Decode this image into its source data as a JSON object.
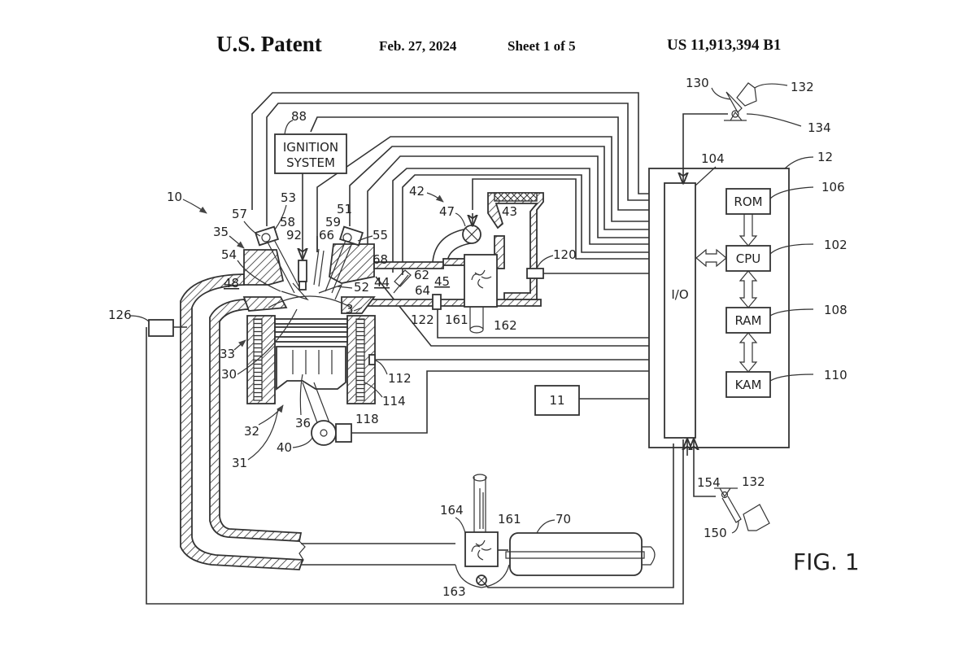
{
  "header": {
    "publication": "U.S. Patent",
    "date": "Feb. 27, 2024",
    "sheet": "Sheet 1 of 5",
    "patent_number": "US 11,913,394 B1"
  },
  "figure": {
    "caption": "FIG. 1",
    "boxes": {
      "ignition_system_line1": "IGNITION",
      "ignition_system_line2": "SYSTEM",
      "rom": "ROM",
      "cpu": "CPU",
      "ram": "RAM",
      "kam": "KAM",
      "io": "I/O",
      "block_11": "11"
    },
    "reference_numerals": {
      "engine": "10",
      "controller": "12",
      "combustion_chamber_3": "3",
      "cylinder_head": "35",
      "exhaust_manifold_48": "48",
      "intake_manifold": "44",
      "intake_passage": "45",
      "ignition_system": "88",
      "spark_plug": "92",
      "fuel_injector": "66",
      "fuel_system": "68",
      "throttle": "62",
      "throttle_plate": "64",
      "intake_valve": "52",
      "exhaust_valve": "54",
      "intake_cam": "51",
      "exhaust_cam": "53",
      "intake_sensor": "55",
      "exhaust_sensor": "57",
      "cam_58": "58",
      "cam_59": "59",
      "air_intake_system": "42",
      "air_filter": "43",
      "valve_47": "47",
      "compressor": "162",
      "shaft": "161",
      "sensor_122": "122",
      "sensor_120": "120",
      "chamber_wall": "33",
      "cylinder": "30",
      "piston": "36",
      "crankcase": "32",
      "engine_block": "31",
      "crankshaft": "40",
      "hall_sensor": "118",
      "temp_sensor": "112",
      "cooling_sleeve": "114",
      "exhaust_sensor_126": "126",
      "emission_device": "70",
      "turbine": "164",
      "wastegate": "163",
      "io_port": "104",
      "rom_ref": "106",
      "cpu_ref": "102",
      "ram_ref": "108",
      "kam_ref": "110",
      "brake_pedal_ref": "130",
      "foot_top": "132",
      "brake_sensor": "134",
      "accel_sensor": "154",
      "accel_pedal": "150",
      "foot_bottom": "132"
    }
  }
}
